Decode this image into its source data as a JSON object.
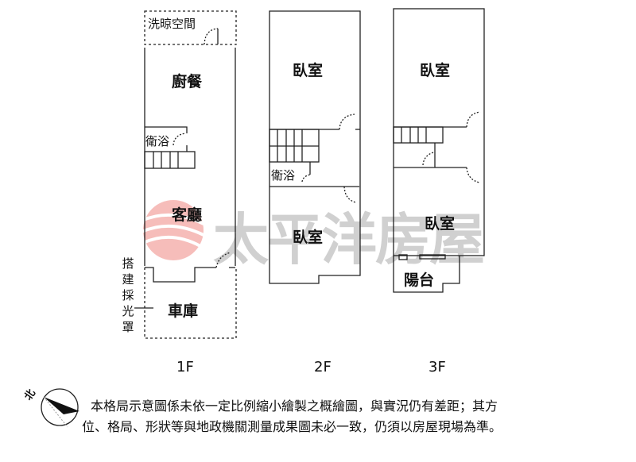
{
  "watermark": {
    "brand_text": "太平洋房屋",
    "logo_color": "#e8463c"
  },
  "floors": [
    {
      "label": "1F",
      "rooms": [
        "洗晾空間",
        "廚餐",
        "衛浴",
        "客廳",
        "車庫"
      ],
      "annotation": "搭建採光罩"
    },
    {
      "label": "2F",
      "rooms": [
        "臥室",
        "衛浴",
        "臥室"
      ]
    },
    {
      "label": "3F",
      "rooms": [
        "臥室",
        "臥室",
        "陽台"
      ]
    }
  ],
  "compass": {
    "label": "北"
  },
  "disclaimer": {
    "line1": "本格局示意圖係未依一定比例縮小繪製之概繪圖，與實況仍有差距；其方",
    "line2": "位、格局、形狀等與地政機關測量成果圖未必一致，仍須以房屋現場為準。"
  }
}
